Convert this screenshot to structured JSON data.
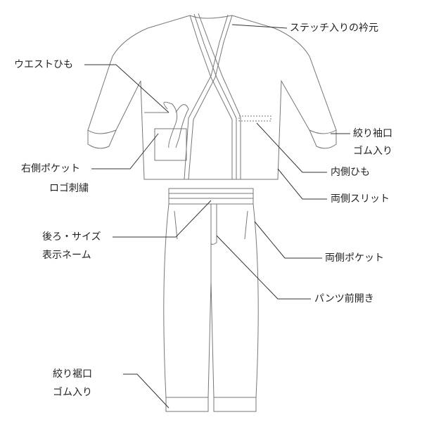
{
  "labels": {
    "collar": "ステッチ入りの衿元",
    "waist_tie": "ウエストひも",
    "sleeve_cuff_1": "絞り袖口",
    "sleeve_cuff_2": "ゴム入り",
    "right_pocket_1": "右側ポケット",
    "right_pocket_2": "ロゴ刺繍",
    "inner_tie": "内側ひも",
    "side_slit": "両側スリット",
    "size_tag_1": "後ろ・サイズ",
    "size_tag_2": "表示ネーム",
    "side_pockets": "両側ポケット",
    "pants_fly": "パンツ前開き",
    "hem_cuff_1": "絞り裾口",
    "hem_cuff_2": "ゴム入り"
  }
}
